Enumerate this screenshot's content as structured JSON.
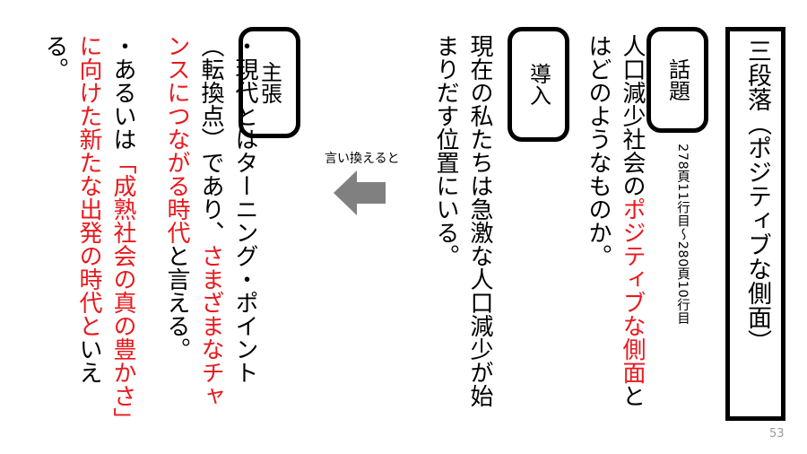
{
  "title": "三段落（ポジティブな側面）",
  "topic": {
    "tag": "話題",
    "text_before": "人口減少社会の",
    "highlight": "ポジティブな側面",
    "text_after": "とはどのようなものか。",
    "page_ref": "278頁11行目〜280頁10行目"
  },
  "intro": {
    "tag": "導入",
    "text": "現在の私たちは急激な人口減少が始まりだす位置にいる。"
  },
  "claim": {
    "tag": "主張",
    "bullet1_before": "・現代とはターニング・ポイント（転換点）であり、",
    "bullet1_highlight": "さまざまなチャンスにつながる時代",
    "bullet1_after": "と言える。",
    "bullet2_before": "・あるいは",
    "bullet2_highlight": "「成熟社会の真の豊かさ」に向けた新たな出発の時代と",
    "bullet2_after": "いえる。"
  },
  "arrow": {
    "caption": "言い換えると",
    "icon": "arrow-left-icon",
    "color": "#808080"
  },
  "page_number": "53",
  "colors": {
    "highlight": "#e8191d",
    "border": "#000000"
  }
}
